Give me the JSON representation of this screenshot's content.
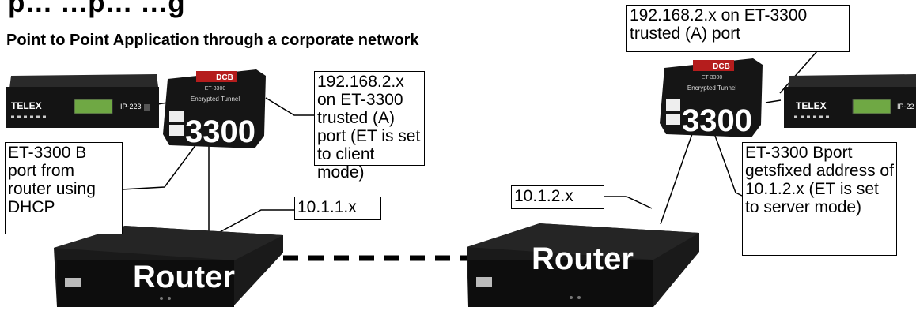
{
  "title": "p… …p… …g",
  "subtitle": "Point to Point Application through a corporate network",
  "callouts": {
    "left_trusted": "192.168.2.x on ET-3300 trusted (A) port (ET is set to client mode)",
    "left_bport": "ET-3300 B port from router using DHCP",
    "left_net": "10.1.1.x",
    "right_trusted": "192.168.2.x on ET-3300 trusted (A) port",
    "right_bport": "ET-3300 Bport getsfixed address of 10.1.2.x (ET is set to server mode)",
    "right_net": "10.1.2.x"
  },
  "devices": {
    "telex_brand": "TELEX",
    "telex_model_left": "IP-223",
    "telex_model_right": "IP-22",
    "et_number": "3300",
    "et_logo": "DCB",
    "et_model_label": "ET-3300",
    "et_subtitle": "Encrypted Tunnel",
    "router_label": "Router"
  }
}
